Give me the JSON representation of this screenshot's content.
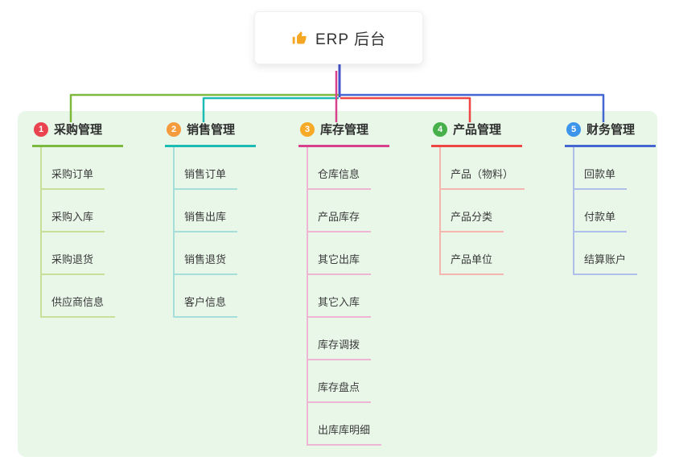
{
  "root": {
    "title": "ERP 后台",
    "icon": "thumbs-up-icon",
    "icon_color": "#f5a623",
    "line_color": "#4553cd"
  },
  "colors": {
    "panel_bg": "#e8f7e8"
  },
  "branches": [
    {
      "num": "1",
      "label": "采购管理",
      "badge_color": "#e8434f",
      "color": "#7cb93e",
      "light_color": "#c6e09a",
      "children": [
        "采购订单",
        "采购入库",
        "采购退货",
        "供应商信息"
      ]
    },
    {
      "num": "2",
      "label": "销售管理",
      "badge_color": "#f59a3d",
      "color": "#1cbcb4",
      "light_color": "#a6dfda",
      "children": [
        "销售订单",
        "销售出库",
        "销售退货",
        "客户信息"
      ]
    },
    {
      "num": "3",
      "label": "库存管理",
      "badge_color": "#f7a928",
      "color": "#d8418c",
      "light_color": "#eeb6d4",
      "children": [
        "仓库信息",
        "产品库存",
        "其它出库",
        "其它入库",
        "库存调拨",
        "库存盘点",
        "出库库明细"
      ]
    },
    {
      "num": "4",
      "label": "产品管理",
      "badge_color": "#47b04b",
      "color": "#ee4743",
      "light_color": "#f6b6b0",
      "children": [
        "产品（物料）",
        "产品分类",
        "产品单位"
      ]
    },
    {
      "num": "5",
      "label": "财务管理",
      "badge_color": "#3c95ea",
      "color": "#4467d2",
      "light_color": "#b0bfe9",
      "children": [
        "回款单",
        "付款单",
        "结算账户"
      ]
    }
  ]
}
